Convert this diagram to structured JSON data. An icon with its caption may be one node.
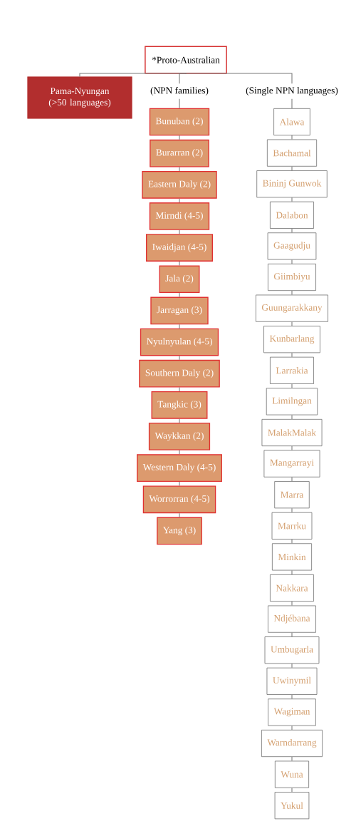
{
  "diagram": {
    "nodes": [
      {
        "text": [
          "*Proto-Australian"
        ]
      },
      {
        "text": [
          "Pama-Nyungan (>50 languages)"
        ]
      },
      {
        "text": [
          "(NPN families)"
        ]
      },
      {
        "text": [
          "(Single NPN languages)"
        ]
      },
      {
        "text": [
          "Bunuban (2)"
        ]
      },
      {
        "text": [
          "Burarran (2)"
        ]
      },
      {
        "text": [
          "Eastern Daly (2)"
        ]
      },
      {
        "text": [
          "Mirndi (4-5)"
        ]
      },
      {
        "text": [
          "Iwaidjan (4-5)"
        ]
      },
      {
        "text": [
          "Jala (2)"
        ]
      },
      {
        "text": [
          "Jarragan (3)"
        ]
      },
      {
        "text": [
          "Nyulnyulan (4-5)"
        ]
      },
      {
        "text": [
          "Southern Daly (2)"
        ]
      },
      {
        "text": [
          "Tangkic (3)"
        ]
      },
      {
        "text": [
          "Waykkan (2)"
        ]
      },
      {
        "text": [
          "Western Daly (4-5)"
        ]
      },
      {
        "text": [
          "Worrorran (4-5)"
        ]
      },
      {
        "text": [
          "Yang (3)"
        ]
      },
      {
        "text": [
          "Alawa"
        ]
      },
      {
        "text": [
          "Bachamal"
        ]
      },
      {
        "text": [
          "Bininj Gunwok"
        ]
      },
      {
        "text": [
          "Dalabon"
        ]
      },
      {
        "text": [
          "Gaagudju"
        ]
      },
      {
        "text": [
          "Giimbiyu"
        ]
      },
      {
        "text": [
          "Guungarakkany"
        ]
      },
      {
        "text": [
          "Kunbarlang"
        ]
      },
      {
        "text": [
          "Larrakia"
        ]
      },
      {
        "text": [
          "Limilngan"
        ]
      },
      {
        "text": [
          "MalakMalak"
        ]
      },
      {
        "text": [
          "Mangarrayi"
        ]
      },
      {
        "text": [
          "Marra"
        ]
      },
      {
        "text": [
          "Marrku"
        ]
      },
      {
        "text": [
          "Minkin"
        ]
      },
      {
        "text": [
          "Nakkara"
        ]
      },
      {
        "text": [
          "Ndjébana"
        ]
      },
      {
        "text": [
          "Umbugarla"
        ]
      },
      {
        "text": [
          "Uwinymil"
        ]
      },
      {
        "text": [
          "Wagiman"
        ]
      },
      {
        "text": [
          "Warndarrang"
        ]
      },
      {
        "text": [
          "Wuna"
        ]
      },
      {
        "text": [
          "Yukul"
        ]
      }
    ],
    "edges": [
      {
        "from": 0,
        "to": 1,
        "arrow": "none"
      },
      {
        "from": 0,
        "to": 2,
        "arrow": "none"
      },
      {
        "from": 0,
        "to": 3,
        "arrow": "none"
      },
      {
        "from": 2,
        "to": 4,
        "arrow": "none"
      },
      {
        "from": 4,
        "to": 5,
        "arrow": "none"
      },
      {
        "from": 5,
        "to": 6,
        "arrow": "none"
      },
      {
        "from": 6,
        "to": 7,
        "arrow": "none"
      },
      {
        "from": 7,
        "to": 8,
        "arrow": "none"
      },
      {
        "from": 8,
        "to": 9,
        "arrow": "none"
      },
      {
        "from": 9,
        "to": 10,
        "arrow": "none"
      },
      {
        "from": 10,
        "to": 11,
        "arrow": "none"
      },
      {
        "from": 11,
        "to": 12,
        "arrow": "none"
      },
      {
        "from": 12,
        "to": 13,
        "arrow": "none"
      },
      {
        "from": 13,
        "to": 14,
        "arrow": "none"
      },
      {
        "from": 14,
        "to": 15,
        "arrow": "none"
      },
      {
        "from": 15,
        "to": 16,
        "arrow": "none"
      },
      {
        "from": 16,
        "to": 17,
        "arrow": "none"
      },
      {
        "from": 3,
        "to": 18,
        "arrow": "none"
      },
      {
        "from": 18,
        "to": 19,
        "arrow": "none"
      },
      {
        "from": 19,
        "to": 20,
        "arrow": "none"
      },
      {
        "from": 20,
        "to": 21,
        "arrow": "none"
      },
      {
        "from": 21,
        "to": 22,
        "arrow": "none"
      },
      {
        "from": 22,
        "to": 23,
        "arrow": "none"
      },
      {
        "from": 23,
        "to": 24,
        "arrow": "none"
      },
      {
        "from": 24,
        "to": 25,
        "arrow": "none"
      },
      {
        "from": 25,
        "to": 26,
        "arrow": "none"
      },
      {
        "from": 26,
        "to": 27,
        "arrow": "none"
      },
      {
        "from": 27,
        "to": 28,
        "arrow": "none"
      },
      {
        "from": 28,
        "to": 29,
        "arrow": "none"
      },
      {
        "from": 29,
        "to": 30,
        "arrow": "none"
      },
      {
        "from": 30,
        "to": 31,
        "arrow": "none"
      },
      {
        "from": 31,
        "to": 32,
        "arrow": "none"
      },
      {
        "from": 32,
        "to": 33,
        "arrow": "none"
      },
      {
        "from": 33,
        "to": 34,
        "arrow": "none"
      },
      {
        "from": 34,
        "to": 35,
        "arrow": "none"
      },
      {
        "from": 35,
        "to": 36,
        "arrow": "none"
      },
      {
        "from": 36,
        "to": 37,
        "arrow": "none"
      },
      {
        "from": 37,
        "to": 38,
        "arrow": "none"
      },
      {
        "from": 38,
        "to": 39,
        "arrow": "none"
      },
      {
        "from": 39,
        "to": 40,
        "arrow": "none"
      }
    ]
  }
}
